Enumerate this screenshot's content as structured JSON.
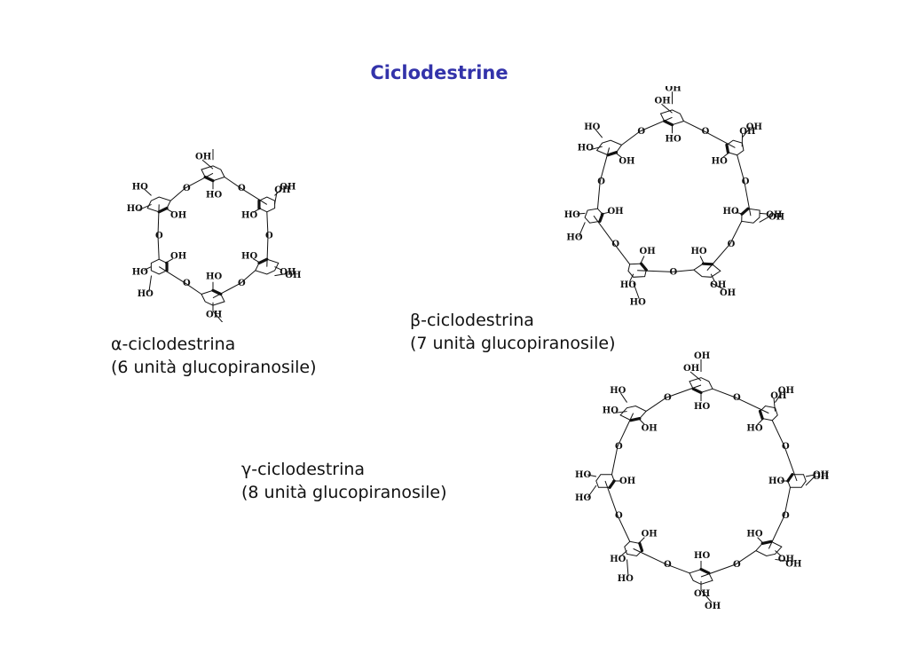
{
  "title": "Ciclodestrine",
  "molecules": [
    {
      "id": "alpha",
      "caption_line1": "α-ciclodestrina",
      "caption_line2": "(6 unità glucopiranosile)",
      "units": 6,
      "oh_label": "OH",
      "ho_label": "HO",
      "o_label": "O"
    },
    {
      "id": "beta",
      "caption_line1": "β-ciclodestrina",
      "caption_line2": "(7 unità glucopiranosile)",
      "units": 7,
      "oh_label": "OH",
      "ho_label": "HO",
      "o_label": "O"
    },
    {
      "id": "gamma",
      "caption_line1": "γ-ciclodestrina",
      "caption_line2": "(8 unità glucopiranosile)",
      "units": 8,
      "oh_label": "OH",
      "ho_label": "HO",
      "o_label": "O"
    }
  ]
}
